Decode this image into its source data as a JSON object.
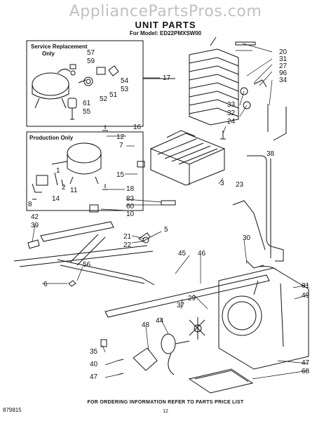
{
  "watermark": "AppliancePartsPros.com",
  "header": {
    "title": "UNIT PARTS",
    "model": "For Model: ED22PMXSW00"
  },
  "boxes": {
    "service_line1": "Service Replacement",
    "service_line2": "Only",
    "production": "Production Only"
  },
  "callouts": [
    "20",
    "31",
    "27",
    "96",
    "34",
    "17",
    "57",
    "59",
    "54",
    "53",
    "51",
    "52",
    "61",
    "55",
    "33",
    "32",
    "24",
    "16",
    "12",
    "7",
    "15",
    "18",
    "83",
    "60",
    "10",
    "42",
    "39",
    "38",
    "23",
    "21",
    "22",
    "5",
    "45",
    "46",
    "30",
    "81",
    "49",
    "56",
    "6",
    "3",
    "37",
    "29",
    "48",
    "44",
    "35",
    "40",
    "47",
    "47",
    "68",
    "1",
    "2",
    "11",
    "14",
    "8"
  ],
  "footer": {
    "note": "FOR ORDERING INFORMATION REFER TO PARTS PRICE LIST",
    "page": "12",
    "doc": "879815"
  }
}
